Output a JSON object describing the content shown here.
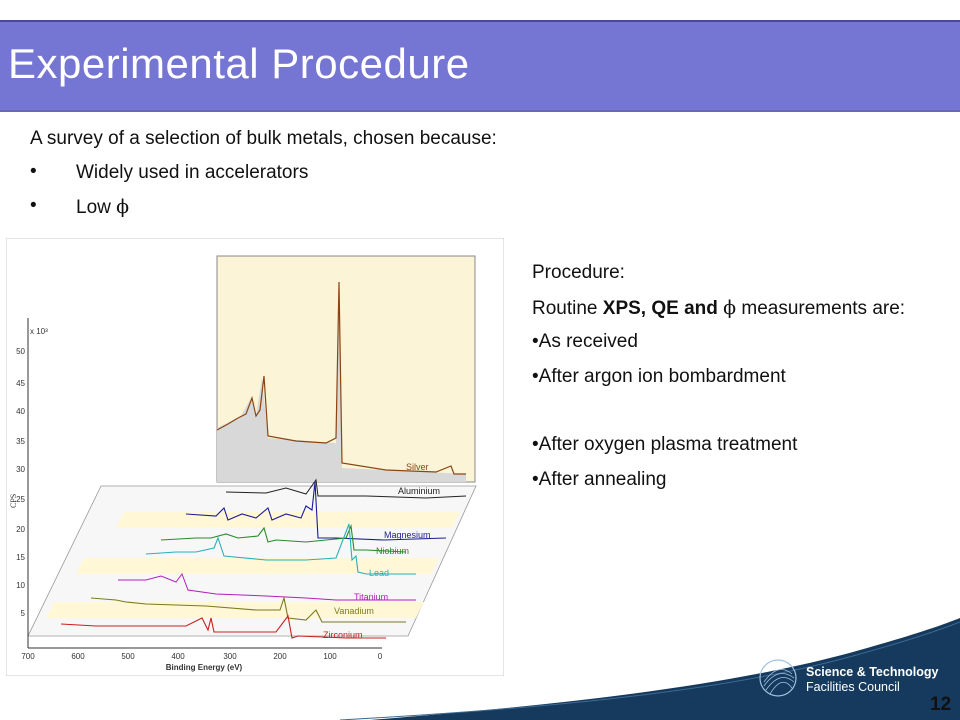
{
  "slide": {
    "title": "Experimental Procedure",
    "intro": "A survey of a selection of bulk metals, chosen because:",
    "bullets": [
      {
        "dot": "•",
        "text": "Widely used in accelerators"
      },
      {
        "dot": "•",
        "text": "Low ",
        "symbol": "ϕ"
      }
    ],
    "procedure": {
      "heading": "Procedure:",
      "line_prefix": "Routine ",
      "line_bold": "XPS, QE and ",
      "line_symbol": "ϕ",
      "line_suffix": " measurements are:",
      "steps": [
        "•As received",
        "•After argon ion bombardment",
        "•After oxygen plasma treatment",
        "•After annealing"
      ]
    },
    "page_number": "12"
  },
  "logo": {
    "line1": "Science & Technology",
    "line2": "Facilities Council"
  },
  "colors": {
    "title_bar": "#7575d3",
    "footer_navy": "#163a5e"
  },
  "chart_data": {
    "type": "line",
    "xlabel": "Binding Energy (eV)",
    "ylabel": "CPS",
    "y_multiplier": "x 10³",
    "x_ticks": [
      "700",
      "600",
      "500",
      "400",
      "300",
      "200",
      "100",
      "0"
    ],
    "y_ticks": [
      "5",
      "10",
      "15",
      "20",
      "25",
      "30",
      "35",
      "40",
      "45",
      "50"
    ],
    "series": [
      {
        "name": "Silver",
        "color": "#8b4513"
      },
      {
        "name": "Aluminium",
        "color": "#222222"
      },
      {
        "name": "Magnesium",
        "color": "#1a1a9a"
      },
      {
        "name": "Niobium",
        "color": "#2a8a2a"
      },
      {
        "name": "Lead",
        "color": "#2ab0b8"
      },
      {
        "name": "Titanium",
        "color": "#b020b8"
      },
      {
        "name": "Vanadium",
        "color": "#7a7a20"
      },
      {
        "name": "Zirconium",
        "color": "#c82020"
      }
    ]
  }
}
